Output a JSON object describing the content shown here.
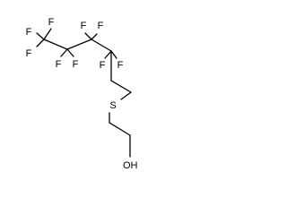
{
  "molecule": {
    "atoms": {
      "f1": "F",
      "f2": "F",
      "f3": "F",
      "f4": "F",
      "f5": "F",
      "f6": "F",
      "f7": "F",
      "f8": "F",
      "f9": "F",
      "s": "S",
      "oh": "OH"
    }
  }
}
